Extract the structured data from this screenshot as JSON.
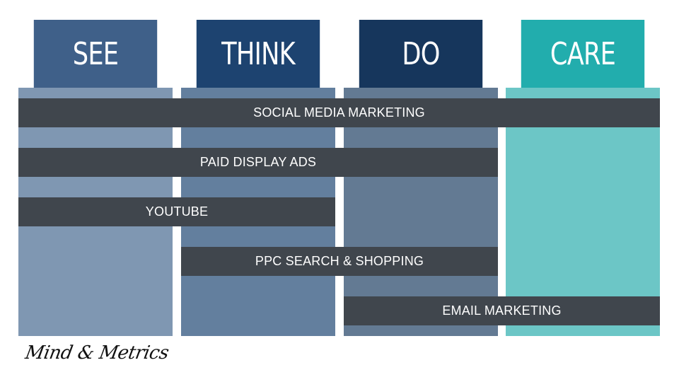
{
  "columns": [
    {
      "label": "SEE",
      "head_color": "#3f6089",
      "body_color": "#7f97b2"
    },
    {
      "label": "THINK",
      "head_color": "#1d4370",
      "body_color": "#637f9e"
    },
    {
      "label": "DO",
      "head_color": "#16365c",
      "body_color": "#637a93"
    },
    {
      "label": "CARE",
      "head_color": "#22adad",
      "body_color": "#6cc6c6"
    }
  ],
  "bars": [
    {
      "label": "SOCIAL MEDIA MARKETING",
      "spans": "SEE–CARE"
    },
    {
      "label": "PAID DISPLAY ADS",
      "spans": "SEE–DO"
    },
    {
      "label": "YOUTUBE",
      "spans": "SEE–THINK"
    },
    {
      "label": "PPC SEARCH & SHOPPING",
      "spans": "THINK–DO"
    },
    {
      "label": "EMAIL MARKETING",
      "spans": "DO–CARE"
    }
  ],
  "brand": {
    "text": "Mind & Metrics"
  }
}
